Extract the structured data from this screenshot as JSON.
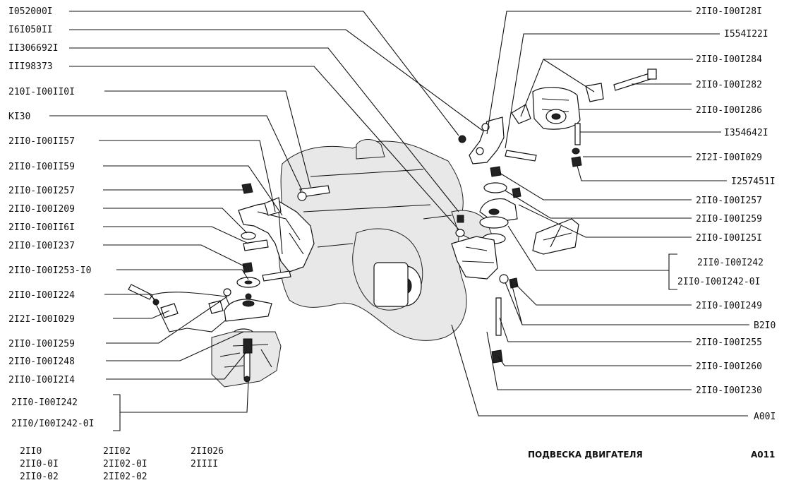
{
  "left_labels": [
    "I052000I",
    "I6I050II",
    "II306692I",
    "III98373",
    "210I-I00II0I",
    "KI30",
    "2II0-I00II57",
    "2II0-I00II59",
    "2II0-I00I257",
    "2II0-I00I209",
    "2II0-I00II6I",
    "2II0-I00I237",
    "2II0-I00I253-I0",
    "2II0-I00I224",
    "2I2I-I00I029",
    "2II0-I00I259",
    "2II0-I00I248",
    "2II0-I00I2I4"
  ],
  "left_group": [
    "2II0-I00I242",
    "2II0/I00I242-0I"
  ],
  "right_labels": [
    "2II0-I00I28I",
    "I554I22I",
    "2II0-I00I284",
    "2II0-I00I282",
    "2II0-I00I286",
    "I354642I",
    "2I2I-I00I029",
    "I257451I",
    "2II0-I00I257",
    "2II0-I00I259",
    "2II0-I00I25I"
  ],
  "right_group": [
    "2II0-I00I242",
    "2II0-I00I242-0I"
  ],
  "right_labels_lower": [
    "2II0-I00I249",
    "B2I0",
    "2II0-I00I255",
    "2II0-I00I260",
    "2II0-I00I230",
    "A00I"
  ],
  "models": [
    [
      "2II0",
      "2II0-0I",
      "2II0-02"
    ],
    [
      "2II02",
      "2II02-0I",
      "2II02-02"
    ],
    [
      "2II026",
      "2IIII"
    ]
  ],
  "caption": "ПОДВЕСКА ДВИГАТЕЛЯ",
  "page_code": "A011"
}
